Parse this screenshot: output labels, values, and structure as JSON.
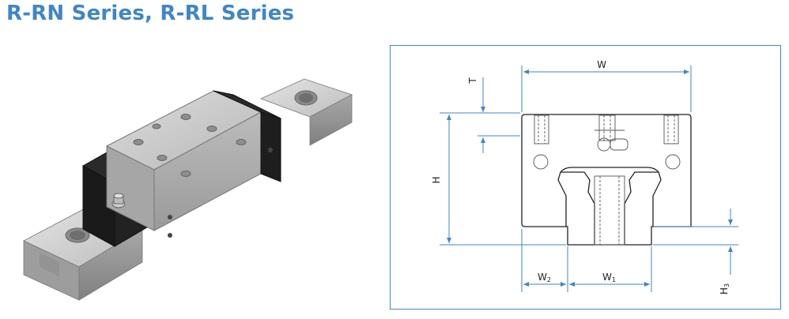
{
  "page": {
    "title": "R-RN Series, R-RL Series"
  },
  "colors": {
    "accent": "#3f86c5",
    "dimension_line": "#3f86c5",
    "body_steel": "#b9b9b9",
    "end_seal": "#1a1a1a"
  },
  "product_render": {
    "alt": "Linear guide block on rail",
    "icon": "linear-guide-block-image"
  },
  "drawing": {
    "labels": {
      "width": "W",
      "height": "H",
      "top_thickness": "T",
      "w2_main": "W",
      "w2_sub": "2",
      "w1_main": "W",
      "w1_sub": "1",
      "h3_main": "H",
      "h3_sub": "3"
    }
  }
}
